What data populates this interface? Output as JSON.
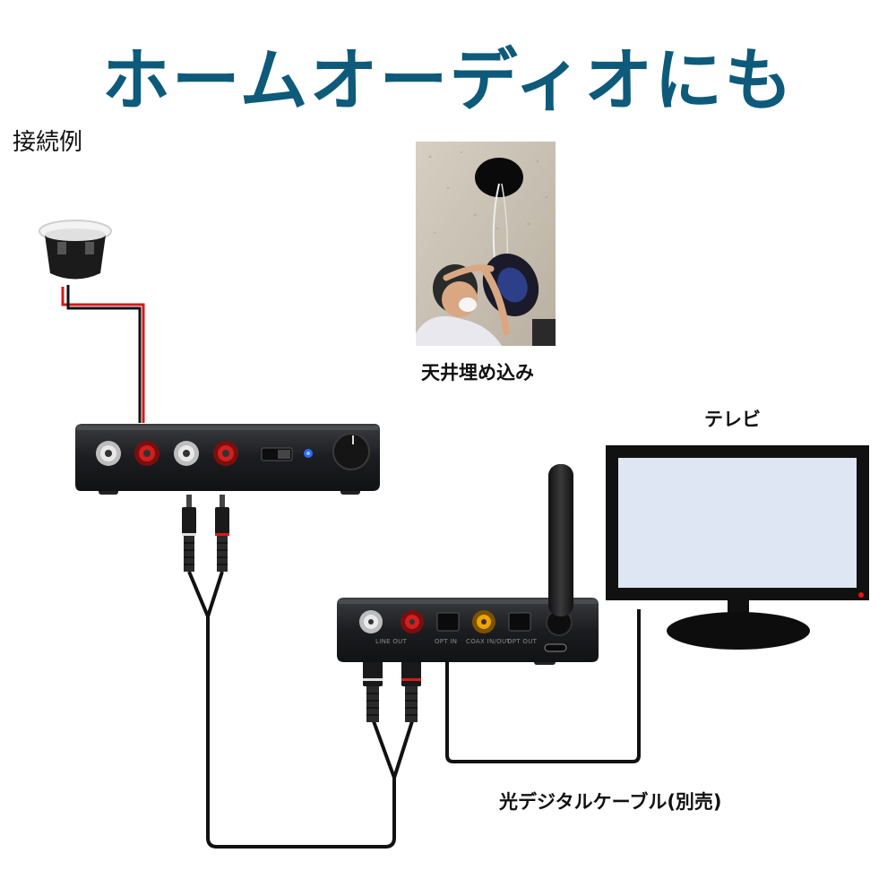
{
  "title": "ホームオーディオにも",
  "colors": {
    "title": "#0e5a7a",
    "cable": "#111111",
    "speaker_wire_red": "#d81818",
    "rca_red": "#d21f1f",
    "rca_white": "#e6e6e6",
    "rca_yellow": "#f0a400",
    "tv_screen": "#dde6f2",
    "device_body": "#1e1f21",
    "led_blue": "#2a6bff"
  },
  "labels": {
    "example": "接続例",
    "ceiling_mount": "天井埋め込み",
    "tv": "テレビ",
    "optical_cable": "光デジタルケーブル(別売)"
  },
  "receiver_ports": {
    "line_out": "LINE OUT",
    "optical_in": "OPT IN",
    "coax_in_out": "COAX IN/OUT",
    "optical_out": "OPT OUT"
  },
  "icons": {
    "speaker": "ceiling-speaker-icon",
    "amplifier": "amplifier-icon",
    "receiver": "bluetooth-receiver-icon",
    "tv": "tv-icon",
    "photo": "ceiling-installation-photo"
  }
}
